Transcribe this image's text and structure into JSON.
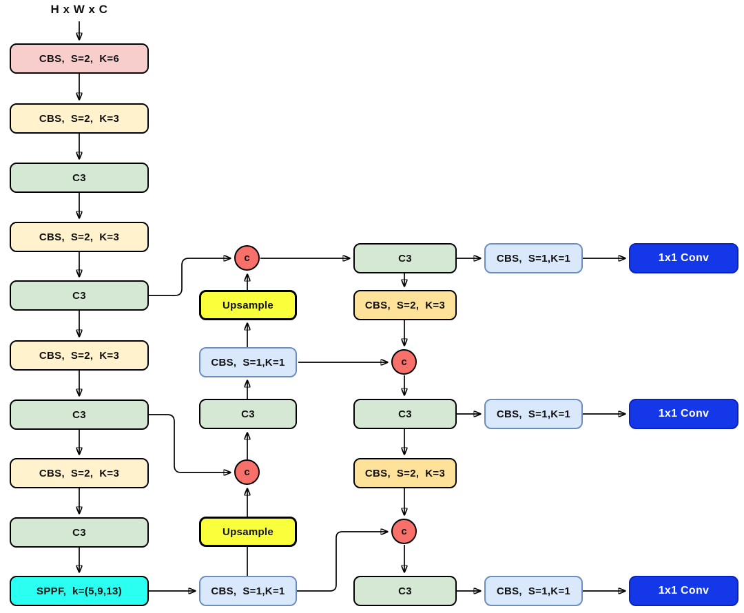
{
  "diagram": {
    "input_label": "H x W x C",
    "concat_label": "c",
    "backbone": [
      {
        "label": "CBS,  S=2,  K=6"
      },
      {
        "label": "CBS,  S=2,  K=3"
      },
      {
        "label": "C3"
      },
      {
        "label": "CBS,  S=2,  K=3"
      },
      {
        "label": "C3"
      },
      {
        "label": "CBS,  S=2,  K=3"
      },
      {
        "label": "C3"
      },
      {
        "label": "CBS,  S=2,  K=3"
      },
      {
        "label": "C3"
      },
      {
        "label": "SPPF,  k=(5,9,13)"
      }
    ],
    "neck": [
      {
        "label": "Upsample"
      },
      {
        "label": "CBS,  S=1,K=1"
      },
      {
        "label": "C3"
      },
      {
        "label": "Upsample"
      },
      {
        "label": "CBS,  S=1,K=1"
      }
    ],
    "head": [
      {
        "label": "C3"
      },
      {
        "label": "CBS,  S=2,  K=3"
      },
      {
        "label": "C3"
      },
      {
        "label": "CBS,  S=2,  K=3"
      },
      {
        "label": "C3"
      }
    ],
    "outputs": [
      {
        "cbs": "CBS,  S=1,K=1",
        "conv": "1x1 Conv"
      },
      {
        "cbs": "CBS,  S=1,K=1",
        "conv": "1x1 Conv"
      },
      {
        "cbs": "CBS,  S=1,K=1",
        "conv": "1x1 Conv"
      }
    ],
    "colors": {
      "pink": "#F8CECC",
      "cream": "#FFF2CC",
      "green": "#D5E8D4",
      "gold": "#FFE299",
      "cyan": "#2BFFF2",
      "yellow": "#FAFF3C",
      "lightblue_fill": "#DAE8FC",
      "lightblue_border": "#6C8EBF",
      "conv_fill": "#1437E8",
      "conv_border": "#0823BF",
      "conv_text": "#FFFFFF",
      "concat_fill": "#F8706A",
      "line": "#000000",
      "text": "#111111"
    }
  }
}
